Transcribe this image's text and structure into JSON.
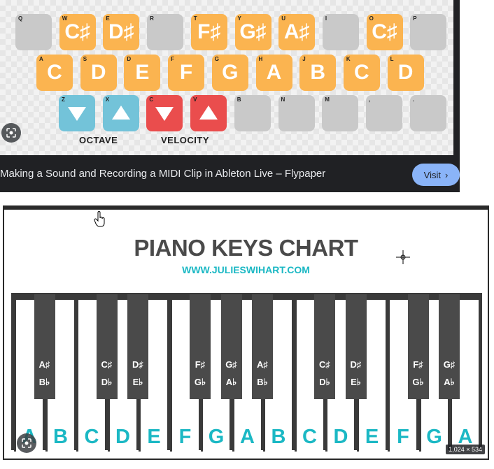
{
  "top_card": {
    "caption": "Making a Sound and Recording a MIDI Clip in Ableton Live – Flypaper",
    "visit_label": "Visit",
    "keyboard": {
      "row1": [
        {
          "key": "Q",
          "note": "",
          "color": "gray"
        },
        {
          "key": "W",
          "note": "C♯",
          "color": "orange"
        },
        {
          "key": "E",
          "note": "D♯",
          "color": "orange"
        },
        {
          "key": "R",
          "note": "",
          "color": "gray"
        },
        {
          "key": "T",
          "note": "F♯",
          "color": "orange"
        },
        {
          "key": "Y",
          "note": "G♯",
          "color": "orange"
        },
        {
          "key": "U",
          "note": "A♯",
          "color": "orange"
        },
        {
          "key": "I",
          "note": "",
          "color": "gray"
        },
        {
          "key": "O",
          "note": "C♯",
          "color": "orange"
        },
        {
          "key": "P",
          "note": "",
          "color": "gray"
        }
      ],
      "row2": [
        {
          "key": "A",
          "note": "C",
          "color": "orange"
        },
        {
          "key": "S",
          "note": "D",
          "color": "orange"
        },
        {
          "key": "D",
          "note": "E",
          "color": "orange"
        },
        {
          "key": "F",
          "note": "F",
          "color": "orange"
        },
        {
          "key": "G",
          "note": "G",
          "color": "orange"
        },
        {
          "key": "H",
          "note": "A",
          "color": "orange"
        },
        {
          "key": "J",
          "note": "B",
          "color": "orange"
        },
        {
          "key": "K",
          "note": "C",
          "color": "orange"
        },
        {
          "key": "L",
          "note": "D",
          "color": "orange"
        }
      ],
      "row3": [
        {
          "key": "Z",
          "symbol": "down",
          "color": "blue"
        },
        {
          "key": "X",
          "symbol": "up",
          "color": "blue"
        },
        {
          "key": "C",
          "symbol": "down",
          "color": "red"
        },
        {
          "key": "V",
          "symbol": "up",
          "color": "red"
        },
        {
          "key": "B",
          "symbol": "",
          "color": "gray"
        },
        {
          "key": "N",
          "symbol": "",
          "color": "gray"
        },
        {
          "key": "M",
          "symbol": "",
          "color": "gray"
        },
        {
          "key": ",",
          "symbol": "",
          "color": "gray"
        },
        {
          "key": ".",
          "symbol": "",
          "color": "gray"
        }
      ],
      "octave_label": "OCTAVE",
      "velocity_label": "VELOCITY"
    }
  },
  "bottom_card": {
    "title": "PIANO KEYS CHART",
    "url": "WWW.JULIESWIHART.COM",
    "size_badge": "1,024 × 534",
    "white_keys": [
      "A",
      "B",
      "C",
      "D",
      "E",
      "F",
      "G",
      "A",
      "B",
      "C",
      "D",
      "E",
      "F",
      "G",
      "A"
    ],
    "black_keys": [
      {
        "top": "A♯",
        "bottom": "B♭"
      },
      {
        "top": "C♯",
        "bottom": "D♭"
      },
      {
        "top": "D♯",
        "bottom": "E♭"
      },
      {
        "top": "F♯",
        "bottom": "G♭"
      },
      {
        "top": "G♯",
        "bottom": "A♭"
      },
      {
        "top": "A♯",
        "bottom": "B♭"
      },
      {
        "top": "C♯",
        "bottom": "D♭"
      },
      {
        "top": "D♯",
        "bottom": "E♭"
      },
      {
        "top": "F♯",
        "bottom": "G♭"
      },
      {
        "top": "G♯",
        "bottom": "A♭"
      }
    ]
  },
  "colors": {
    "key_orange": "#fbb450",
    "key_blue": "#73c3d9",
    "key_red": "#ea4d4d",
    "key_gray": "#c9c9c9",
    "chart_accent": "#1bb8c4",
    "visit_button": "#8ab4f8"
  }
}
